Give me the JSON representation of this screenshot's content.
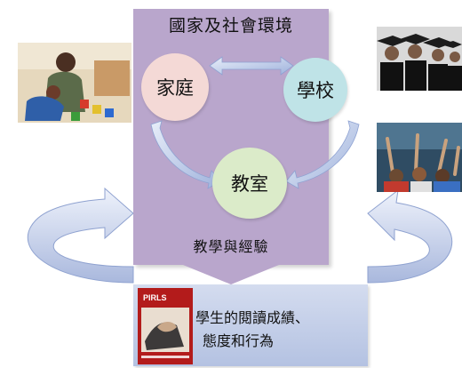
{
  "diagram": {
    "title": "國家及社會環境",
    "nodes": {
      "home": "家庭",
      "school": "學校",
      "classroom": "教室"
    },
    "process_label": "教學與經驗",
    "outcome": {
      "line1": "學生的閱讀成績、",
      "line2": "態度和行為"
    },
    "report": {
      "cover_title": "PIRLS"
    }
  },
  "colors": {
    "context_box": "#b9a6cc",
    "home": "#f4d9d6",
    "school": "#bfe3e7",
    "classroom": "#dbebc9",
    "outcome_box": "#c5cfe9",
    "arrows": "#aab9de"
  }
}
